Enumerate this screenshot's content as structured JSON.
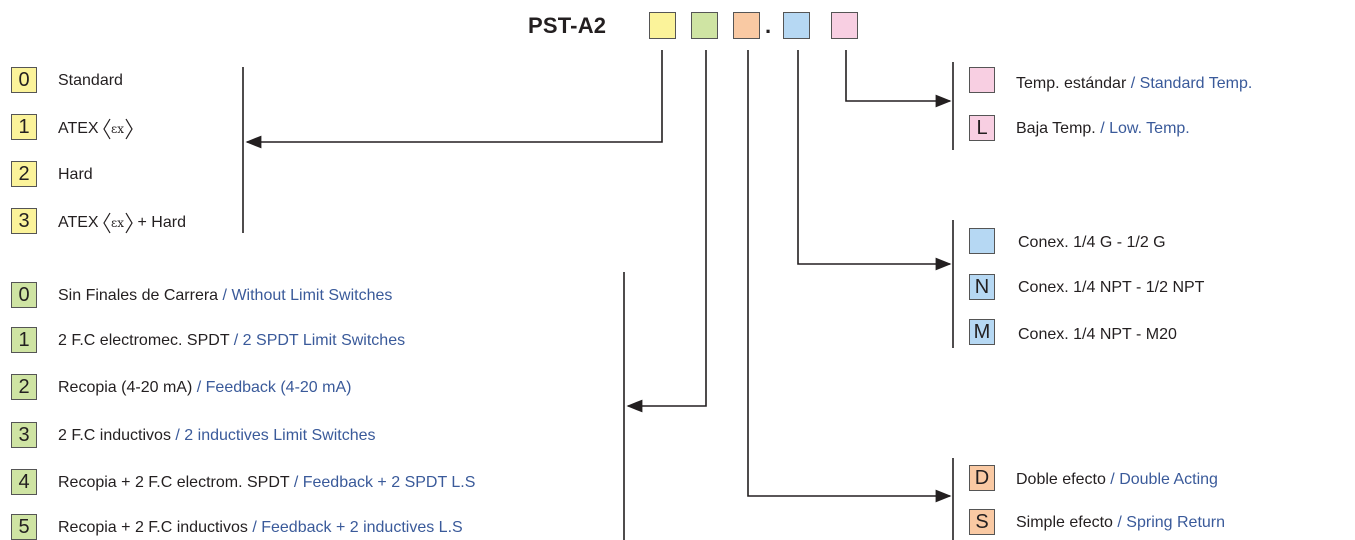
{
  "header": {
    "model": "PST-A2",
    "separator": ".",
    "slot_colors": [
      "#fbf39a",
      "#cfe4a3",
      "#f9c9a3",
      "#b6d8f3",
      "#f8cfe2"
    ]
  },
  "version_group": {
    "color": "#fbf39a",
    "items": [
      {
        "code": "0",
        "label": "Standard"
      },
      {
        "code": "1",
        "label": "ATEX",
        "icon": "ex-icon"
      },
      {
        "code": "2",
        "label": "Hard"
      },
      {
        "code": "3",
        "label": "ATEX",
        "icon": "ex-icon",
        "suffix": "+ Hard"
      }
    ]
  },
  "options_group": {
    "color": "#cfe4a3",
    "items": [
      {
        "code": "0",
        "es": "Sin Finales de Carrera",
        "sep": "/",
        "en": "Without Limit Switches"
      },
      {
        "code": "1",
        "es": "2 F.C electromec. SPDT",
        "sep": "/",
        "en": "2 SPDT Limit Switches"
      },
      {
        "code": "2",
        "es": "Recopia (4-20 mA)",
        "sep": "/",
        "en": "Feedback (4-20 mA)"
      },
      {
        "code": "3",
        "es": "2 F.C inductivos",
        "sep": "/",
        "en": "2 inductives Limit Switches"
      },
      {
        "code": "4",
        "es": "Recopia + 2 F.C electrom. SPDT",
        "sep": "/",
        "en": "Feedback + 2 SPDT L.S"
      },
      {
        "code": "5",
        "es": "Recopia + 2 F.C inductivos",
        "sep": "/",
        "en": "Feedback + 2 inductives L.S"
      }
    ]
  },
  "temp_group": {
    "color": "#f8cfe2",
    "items": [
      {
        "code": "",
        "es": "Temp. estándar",
        "sep": "/",
        "en": "Standard Temp."
      },
      {
        "code": "L",
        "es": "Baja Temp.",
        "sep": "/",
        "en": "Low. Temp."
      }
    ]
  },
  "conn_group": {
    "color": "#b6d8f3",
    "items": [
      {
        "code": "",
        "label": "Conex. 1/4 G - 1/2 G"
      },
      {
        "code": "N",
        "label": "Conex. 1/4 NPT - 1/2 NPT"
      },
      {
        "code": "M",
        "label": "Conex. 1/4 NPT - M20"
      }
    ]
  },
  "action_group": {
    "color": "#f9c9a3",
    "items": [
      {
        "code": "D",
        "es": "Doble efecto",
        "sep": "/",
        "en": "Double Acting"
      },
      {
        "code": "S",
        "es": "Simple efecto",
        "sep": "/",
        "en": "Spring Return"
      }
    ]
  }
}
